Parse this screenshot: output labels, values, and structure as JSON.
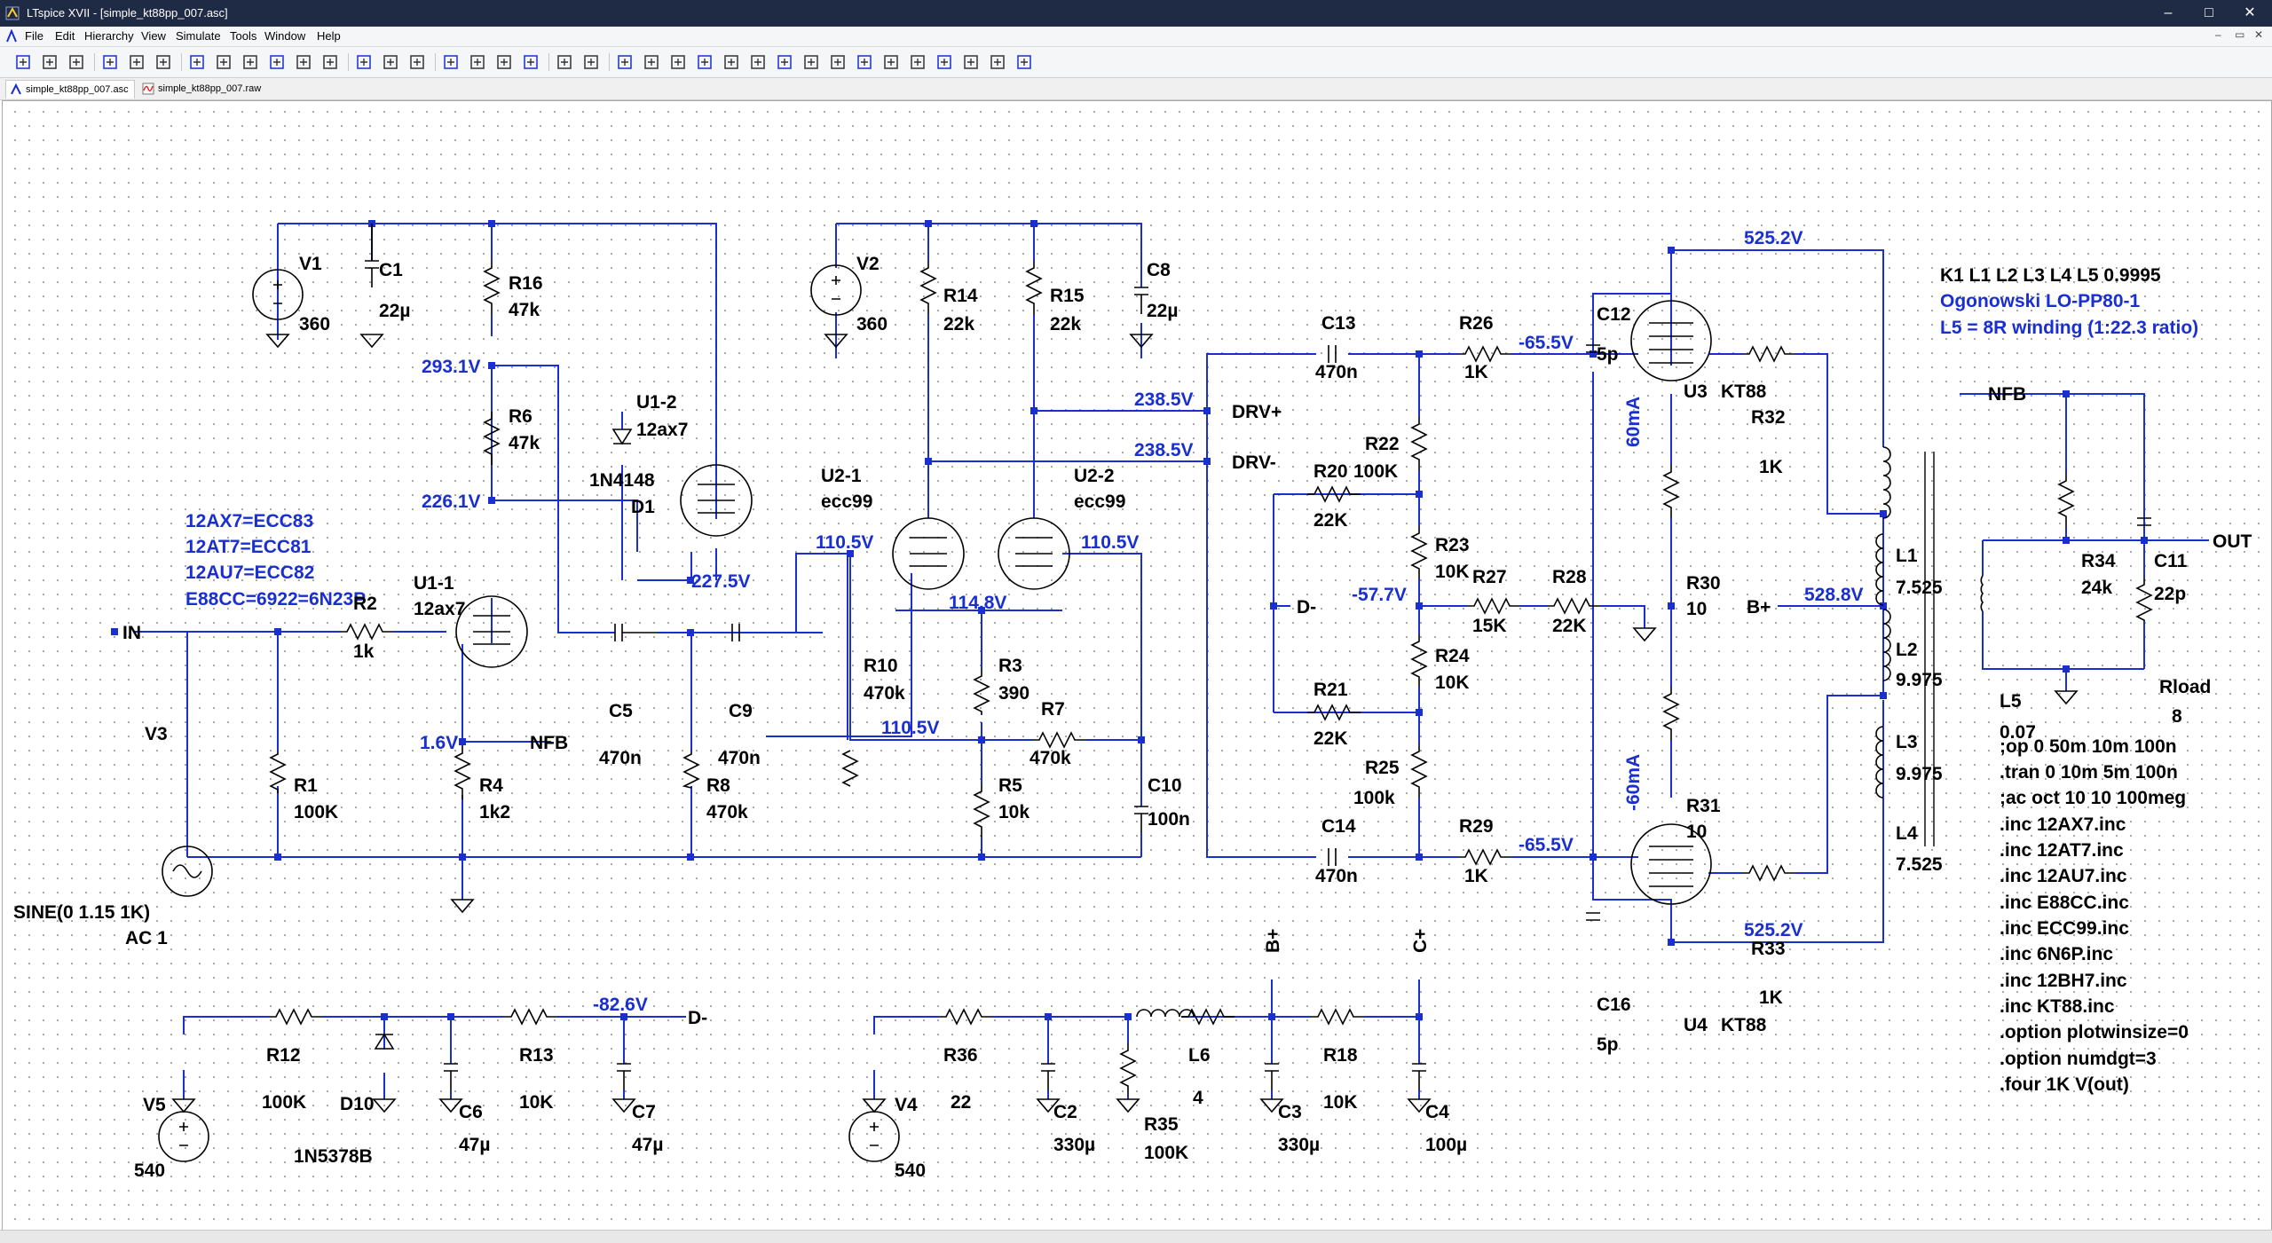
{
  "window": {
    "title": "LTspice XVII - [simple_kt88pp_007.asc]",
    "minimize": "–",
    "maximize": "□",
    "close": "✕",
    "child_minimize": "–",
    "child_restore": "▭",
    "child_close": "✕"
  },
  "menu": [
    "File",
    "Edit",
    "Hierarchy",
    "View",
    "Simulate",
    "Tools",
    "Window",
    "Help"
  ],
  "toolbar": [
    "new-schematic",
    "open",
    "save",
    "control-panel",
    "run",
    "halt",
    "zoom-in",
    "zoom-pan",
    "zoom-out",
    "zoom-fit",
    "autorange",
    "zoom-extents",
    "tile-horizontal",
    "tile-vertical",
    "cascade",
    "cut",
    "copy",
    "paste",
    "find",
    "print-setup",
    "print",
    "draw-wire",
    "place-ground",
    "place-label",
    "resistor",
    "capacitor",
    "inductor",
    "diode",
    "component",
    "move",
    "drag",
    "undo",
    "redo",
    "rotate",
    "mirror",
    "text",
    "spice-directive"
  ],
  "tabs": [
    {
      "label": "simple_kt88pp_007.asc",
      "icon": "schematic-icon",
      "active": true
    },
    {
      "label": "simple_kt88pp_007.raw",
      "icon": "waveform-icon",
      "active": false
    }
  ],
  "notes_left": [
    "12AX7=ECC83",
    "12AT7=ECC81",
    "12AU7=ECC82",
    "E88CC=6922=6N23P"
  ],
  "notes_right": [
    "K1 L1 L2 L3 L4 L5 0.9995",
    "Ogonowski LO-PP80-1",
    "L5 = 8R winding (1:22.3 ratio)"
  ],
  "directives": [
    ";op 0 50m 10m 100n",
    ".tran 0 10m 5m 100n",
    ";ac oct 10 10 100meg",
    ".inc 12AX7.inc",
    ".inc 12AT7.inc",
    ".inc 12AU7.inc",
    ".inc E88CC.inc",
    ".inc ECC99.inc",
    ".inc 6N6P.inc",
    ".inc 12BH7.inc",
    ".inc KT88.inc",
    ".option plotwinsize=0",
    ".option numdgt=3",
    ".four 1K V(out)"
  ],
  "components": {
    "V1": {
      "name": "V1",
      "value": "360"
    },
    "C1": {
      "name": "C1",
      "value": "22µ"
    },
    "R16": {
      "name": "R16",
      "value": "47k"
    },
    "R6": {
      "name": "R6",
      "value": "47k"
    },
    "U1_2": {
      "name": "U1-2",
      "value": "12ax7"
    },
    "D1": {
      "name": "D1",
      "value": "1N4148"
    },
    "U1_1": {
      "name": "U1-1",
      "value": "12ax7"
    },
    "R2": {
      "name": "R2",
      "value": "1k"
    },
    "C5": {
      "name": "C5",
      "value": "470n"
    },
    "C9": {
      "name": "C9",
      "value": "470n"
    },
    "R1": {
      "name": "R1",
      "value": "100K"
    },
    "R4": {
      "name": "R4",
      "value": "1k2"
    },
    "R8": {
      "name": "R8",
      "value": "470k"
    },
    "V3": {
      "name": "V3",
      "value": "SINE(0 1.15 1K)",
      "value2": "AC 1"
    },
    "V2": {
      "name": "V2",
      "value": "360"
    },
    "R14": {
      "name": "R14",
      "value": "22k"
    },
    "R15": {
      "name": "R15",
      "value": "22k"
    },
    "C8": {
      "name": "C8",
      "value": "22µ"
    },
    "U2_1": {
      "name": "U2-1",
      "value": "ecc99"
    },
    "U2_2": {
      "name": "U2-2",
      "value": "ecc99"
    },
    "R10": {
      "name": "R10",
      "value": "470k"
    },
    "R3": {
      "name": "R3",
      "value": "390"
    },
    "R7": {
      "name": "R7",
      "value": "470k"
    },
    "R5": {
      "name": "R5",
      "value": "10k"
    },
    "C10": {
      "name": "C10",
      "value": "100n"
    },
    "C13": {
      "name": "C13",
      "value": "470n"
    },
    "C14": {
      "name": "C14",
      "value": "470n"
    },
    "R22": {
      "name": "R22",
      "value": "100K"
    },
    "R20": {
      "name": "R20",
      "value": "22K"
    },
    "R23": {
      "name": "R23",
      "value": "10K"
    },
    "R27": {
      "name": "R27",
      "value": "15K"
    },
    "R28": {
      "name": "R28",
      "value": "22K"
    },
    "R24": {
      "name": "R24",
      "value": "10K"
    },
    "R21": {
      "name": "R21",
      "value": "22K"
    },
    "R25": {
      "name": "R25",
      "value": "100k"
    },
    "R26": {
      "name": "R26",
      "value": "1K"
    },
    "R29": {
      "name": "R29",
      "value": "1K"
    },
    "C12": {
      "name": "C12",
      "value": "5p"
    },
    "C16": {
      "name": "C16",
      "value": "5p"
    },
    "U3": {
      "name": "U3",
      "value": "KT88"
    },
    "U4": {
      "name": "U4",
      "value": "KT88"
    },
    "R32": {
      "name": "R32",
      "value": "1K"
    },
    "R33": {
      "name": "R33",
      "value": "1K"
    },
    "R30": {
      "name": "R30",
      "value": "10"
    },
    "R31": {
      "name": "R31",
      "value": "10"
    },
    "L1": {
      "name": "L1",
      "value": "7.525"
    },
    "L2": {
      "name": "L2",
      "value": "9.975"
    },
    "L3": {
      "name": "L3",
      "value": "9.975"
    },
    "L4": {
      "name": "L4",
      "value": "7.525"
    },
    "L5": {
      "name": "L5",
      "value": "0.07"
    },
    "R34": {
      "name": "R34",
      "value": "24k"
    },
    "C11": {
      "name": "C11",
      "value": "22p"
    },
    "Rload": {
      "name": "Rload",
      "value": "8"
    },
    "V5": {
      "name": "V5",
      "value": "540"
    },
    "R12": {
      "name": "R12",
      "value": "100K"
    },
    "D10": {
      "name": "D10",
      "value": "1N5378B"
    },
    "C6": {
      "name": "C6",
      "value": "47µ"
    },
    "R13": {
      "name": "R13",
      "value": "10K"
    },
    "C7": {
      "name": "C7",
      "value": "47µ"
    },
    "V4": {
      "name": "V4",
      "value": "540"
    },
    "R36": {
      "name": "R36",
      "value": "22"
    },
    "C2": {
      "name": "C2",
      "value": "330µ"
    },
    "R35": {
      "name": "R35",
      "value": "100K"
    },
    "L6": {
      "name": "L6",
      "value": "4"
    },
    "C3": {
      "name": "C3",
      "value": "330µ"
    },
    "R18": {
      "name": "R18",
      "value": "10K"
    },
    "C4": {
      "name": "C4",
      "value": "100µ"
    }
  },
  "nets": {
    "in": "IN",
    "nfb": "NFB",
    "drv_plus": "DRV+",
    "drv_minus": "DRV-",
    "d_minus": "D-",
    "b_plus": "B+",
    "c_plus": "C+",
    "out": "OUT"
  },
  "voltages": {
    "v293": "293.1V",
    "v226": "226.1V",
    "v227": "227.5V",
    "v1_6": "1.6V",
    "v238a": "238.5V",
    "v238b": "238.5V",
    "v110a": "110.5V",
    "v110b": "110.5V",
    "v110c": "110.5V",
    "v114": "114.8V",
    "v525a": "525.2V",
    "v525b": "525.2V",
    "vm65a": "-65.5V",
    "vm65b": "-65.5V",
    "vm57": "-57.7V",
    "v528": "528.8V",
    "vm82": "-82.6V",
    "i60": "60mA",
    "im60": "-60mA"
  }
}
